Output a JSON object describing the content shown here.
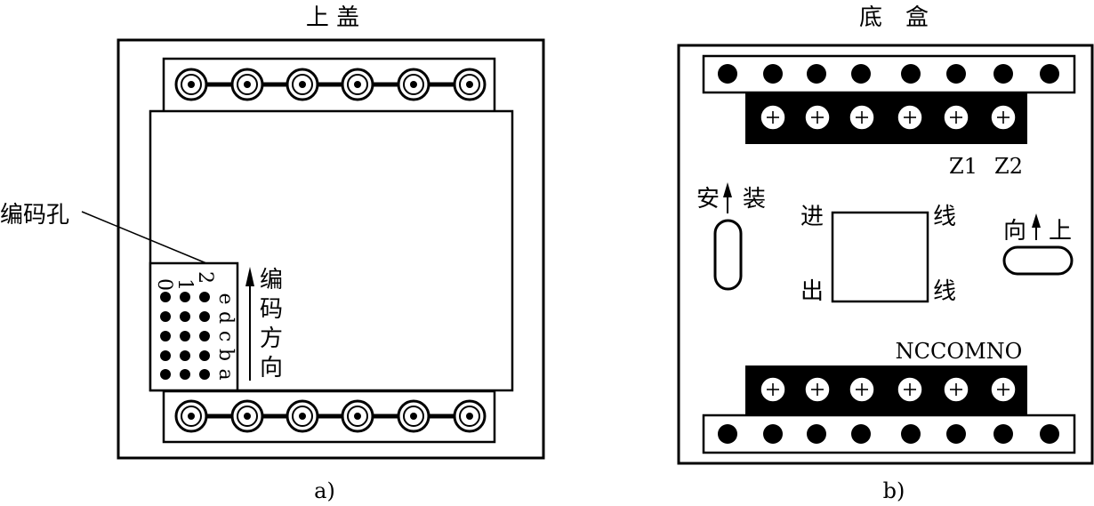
{
  "left": {
    "title": "上 盖",
    "caption": "a)",
    "callout_label": "编码孔",
    "row_numbers": [
      "0",
      "1",
      "2"
    ],
    "column_letters": [
      "e",
      "d",
      "c",
      "b",
      "a"
    ],
    "direction_label": [
      "编",
      "码",
      "方",
      "向"
    ]
  },
  "right": {
    "title": "底　盒",
    "caption": "b)",
    "top_terminal_labels": [
      "Z1",
      "Z2"
    ],
    "bottom_terminal_label": "NCCOMNO",
    "install_left": "安",
    "install_right": "装",
    "inlet_top_left": "进",
    "inlet_top_right": "线",
    "inlet_bottom_left": "出",
    "inlet_bottom_right": "线",
    "up_left": "向",
    "up_right": "上"
  }
}
